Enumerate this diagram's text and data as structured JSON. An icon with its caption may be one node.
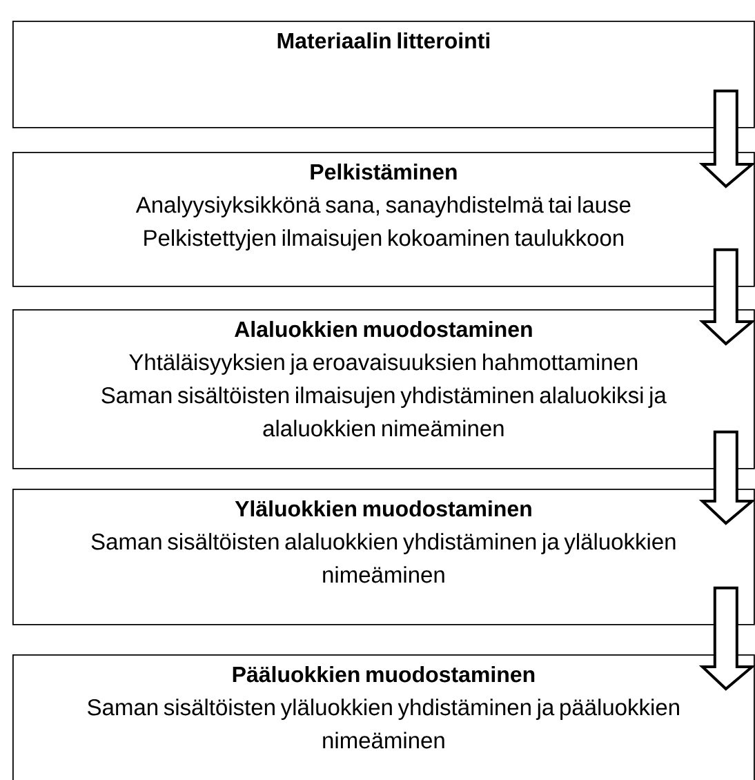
{
  "diagram": {
    "nodes": [
      {
        "text": [
          "Materiaalin litterointi"
        ]
      },
      {
        "text": [
          "Pelkistäminen",
          "Analyysiyksikkönä sana, sanayhdistelmä tai lause",
          "Pelkistettyjen ilmaisujen kokoaminen taulukkoon"
        ]
      },
      {
        "text": [
          "Alaluokkien muodostaminen",
          "Yhtäläisyyksien ja eroavaisuuksien hahmottaminen",
          "Saman sisältöisten ilmaisujen yhdistäminen alaluokiksi ja alaluokkien nimeäminen"
        ]
      },
      {
        "text": [
          "Yläluokkien muodostaminen",
          "Saman sisältöisten alaluokkien yhdistäminen ja yläluokkien nimeäminen"
        ]
      },
      {
        "text": [
          "Pääluokkien muodostaminen",
          "Saman sisältöisten yläluokkien yhdistäminen ja pääluokkien nimeäminen"
        ]
      }
    ],
    "edges": [
      {
        "from": 0,
        "to": 1,
        "arrow": "to"
      },
      {
        "from": 1,
        "to": 2,
        "arrow": "to"
      },
      {
        "from": 2,
        "to": 3,
        "arrow": "to"
      },
      {
        "from": 3,
        "to": 4,
        "arrow": "to"
      }
    ]
  }
}
